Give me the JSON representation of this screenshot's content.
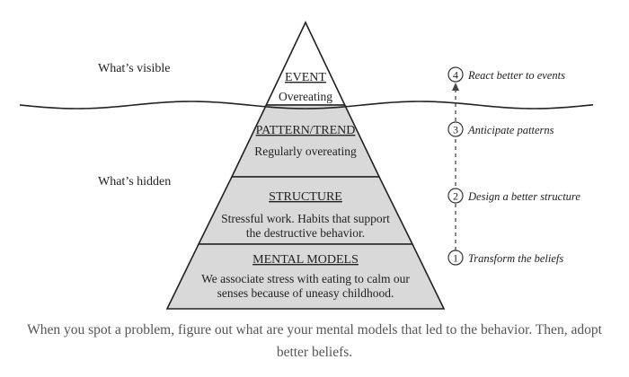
{
  "side_labels": {
    "visible": "What’s visible",
    "hidden": "What’s hidden"
  },
  "levels": [
    {
      "title": "EVENT",
      "description": [
        "Overeating"
      ]
    },
    {
      "title": "PATTERN/TREND",
      "description": [
        "Regularly overeating"
      ]
    },
    {
      "title": "STRUCTURE",
      "description": [
        "Stressful work. Habits that support",
        "the destructive behavior."
      ]
    },
    {
      "title": "MENTAL MODELS",
      "description": [
        "We associate stress with eating to calm our",
        "senses because of uneasy childhood."
      ]
    }
  ],
  "steps": [
    {
      "number": "4",
      "label": "React better to events"
    },
    {
      "number": "3",
      "label": "Anticipate patterns"
    },
    {
      "number": "2",
      "label": "Design a better structure"
    },
    {
      "number": "1",
      "label": "Transform the beliefs"
    }
  ],
  "caption": "When you spot a problem, figure out what are your mental models that led to the behavior. Then, adopt better beliefs.",
  "colors": {
    "tier_fill": "#d9d9d9",
    "line": "#222222",
    "caption_text": "#555555"
  }
}
